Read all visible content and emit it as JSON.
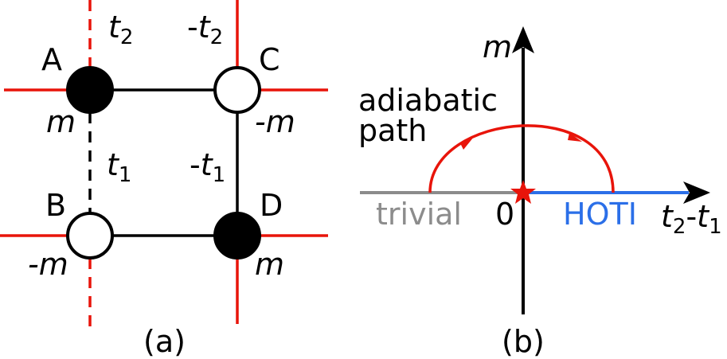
{
  "panel_a": {
    "caption": "(a)",
    "sites": [
      {
        "id": "A",
        "mass": "m",
        "filled": true
      },
      {
        "id": "B",
        "mass": "-m",
        "filled": false
      },
      {
        "id": "C",
        "mass": "-m",
        "filled": false
      },
      {
        "id": "D",
        "mass": "m",
        "filled": true
      }
    ],
    "hopping": {
      "t2_left": {
        "base": "t",
        "sub": "2"
      },
      "t2_right": {
        "pre": "-",
        "base": "t",
        "sub": "2"
      },
      "t1_left": {
        "base": "t",
        "sub": "1"
      },
      "t1_right": {
        "pre": "-",
        "base": "t",
        "sub": "1"
      }
    },
    "colors": {
      "bond": "#000000",
      "coupling": "#e8140a"
    }
  },
  "panel_b": {
    "caption": "(b)",
    "y_axis_label": "m",
    "x_axis_label": {
      "t2": "t",
      "t2_sub": "2",
      "dash": "-",
      "t1": "t",
      "t1_sub": "1"
    },
    "origin_label": "0",
    "trivial_label": "trivial",
    "hoti_label": "HOTI",
    "path_label_line1": "adiabatic",
    "path_label_line2": "path",
    "colors": {
      "trivial": "#8c8c8c",
      "hoti": "#2b6fe8",
      "path": "#e8140a",
      "star": "#e8140a"
    }
  }
}
